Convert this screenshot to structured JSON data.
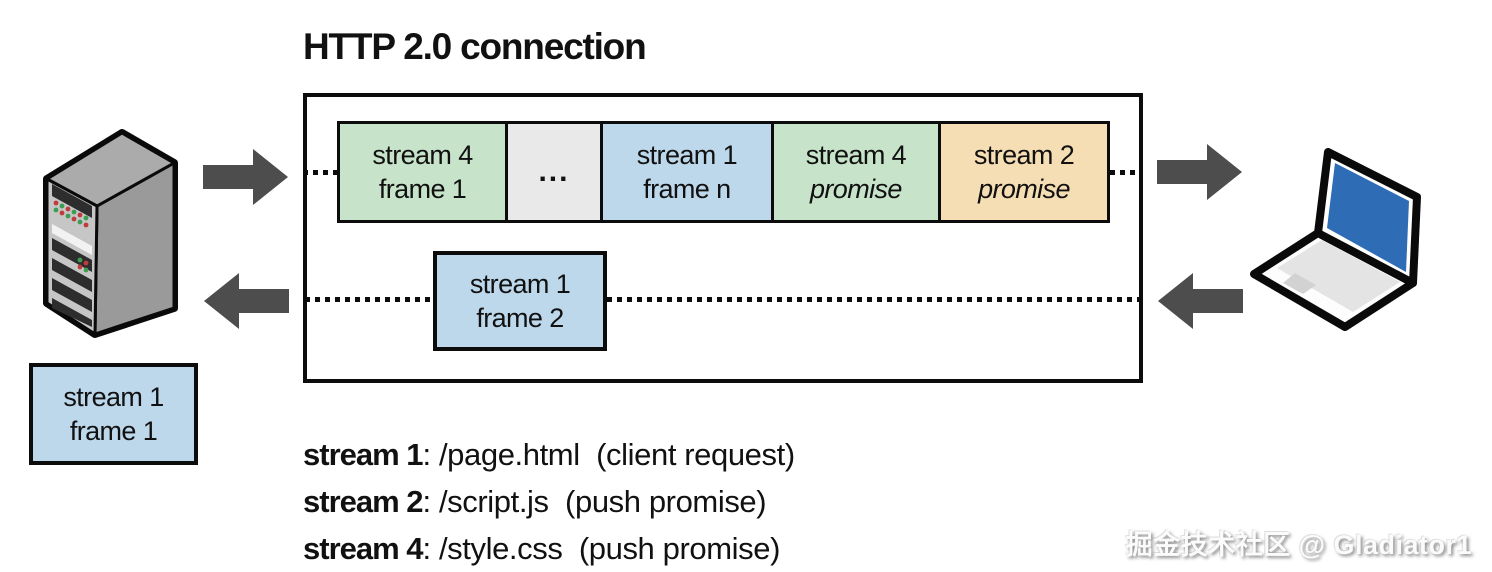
{
  "title": "HTTP 2.0 connection",
  "colors": {
    "frame-green": "#c7e3c9",
    "frame-gray": "#e9e9e9",
    "frame-blue": "#bdd7eb",
    "frame-tan": "#f6deb4",
    "arrow": "#4d4d4d",
    "laptop-screen": "#2e6db6"
  },
  "connection_box": {
    "top_row_frames": [
      {
        "line1": "stream 4",
        "line2": "frame 1"
      },
      {
        "dots": "..."
      },
      {
        "line1": "stream 1",
        "line2": "frame n"
      },
      {
        "line1": "stream 4",
        "line2": "promise"
      },
      {
        "line1": "stream 2",
        "line2": "promise"
      }
    ],
    "response_frame": {
      "line1": "stream 1",
      "line2": "frame 2"
    }
  },
  "pending_frame": {
    "line1": "stream 1",
    "line2": "frame 1"
  },
  "legend": {
    "lines": [
      {
        "label": "stream 1",
        "detail": ": /page.html  (client request)"
      },
      {
        "label": "stream 2",
        "detail": ": /script.js  (push promise)"
      },
      {
        "label": "stream 4",
        "detail": ": /style.css  (push promise)"
      }
    ]
  },
  "watermark": "掘金技术社区 @ Gladiator1",
  "icons": {
    "server": "server-icon",
    "laptop": "laptop-icon",
    "arrow_right": "right-arrow-icon",
    "arrow_left": "left-arrow-icon"
  }
}
